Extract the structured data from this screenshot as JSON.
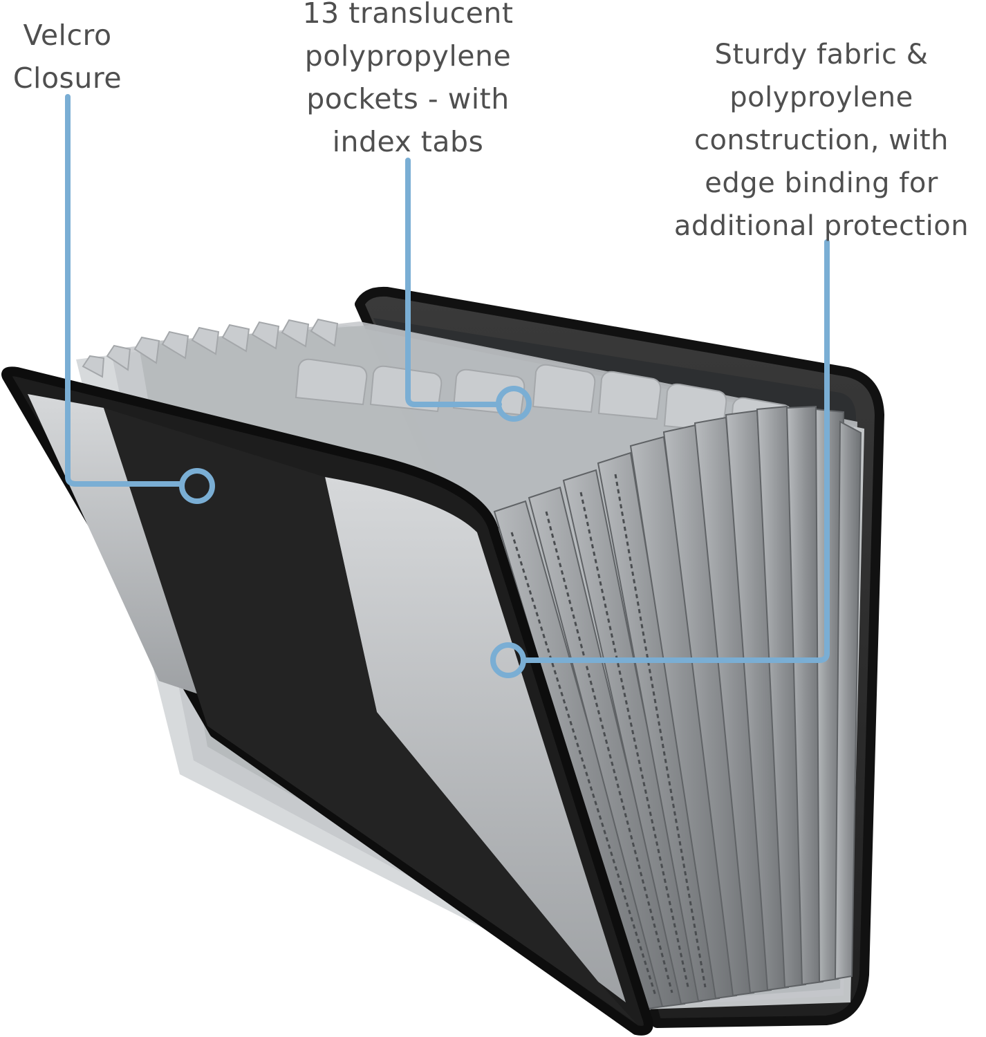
{
  "callouts": {
    "velcro": "Velcro\nClosure",
    "pockets": "13 translucent\npolypropylene\npockets - with\nindex tabs",
    "fabric": "Sturdy fabric &\npolyproylene\nconstruction, with\nedge binding for\nadditional protection"
  },
  "colors": {
    "leader_line": "#7aaed4",
    "label_text": "#4f4f4f",
    "folder_body": "#1f1f1f",
    "folder_binding": "#111111",
    "pocket": "#9a9da0",
    "pocket_light": "#c9cccf",
    "lining": "#b9bcbf",
    "background": "#ffffff"
  },
  "icons": {
    "velcro_marker": "ring-marker",
    "pockets_marker": "ring-marker",
    "fabric_marker": "ring-marker"
  }
}
